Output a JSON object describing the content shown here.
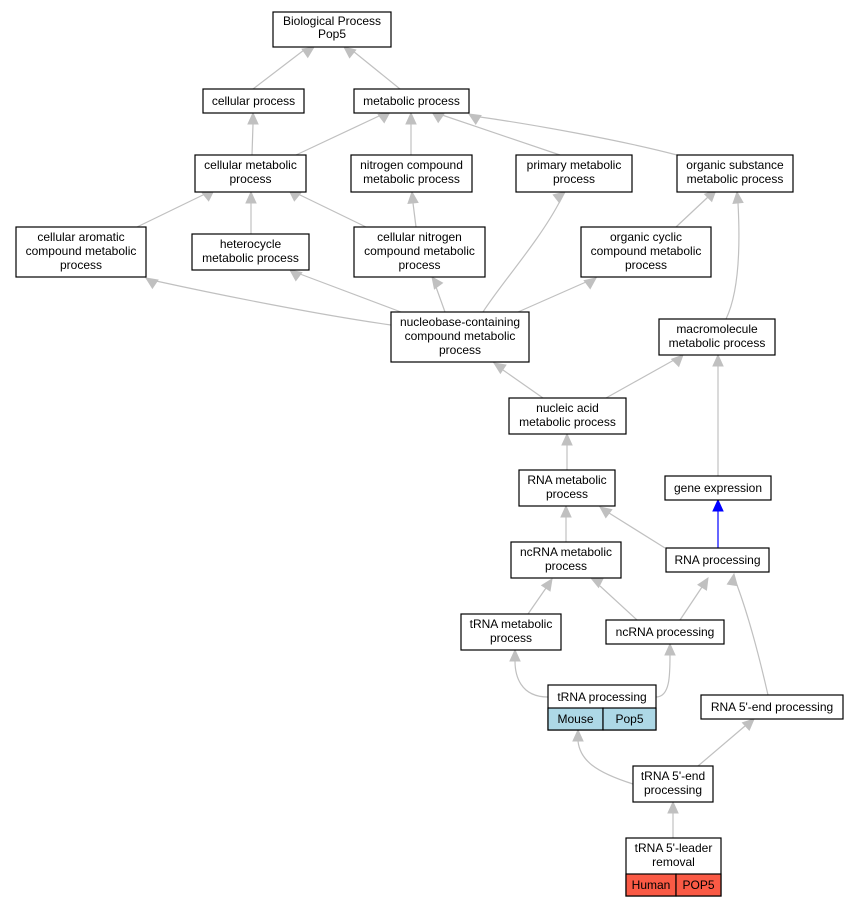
{
  "colors": {
    "edge": "#c0c0c0",
    "edge_highlight": "#0000ff",
    "mouse_annotation": "#add8e6",
    "human_annotation": "#fa5a45"
  },
  "nodes": {
    "biological_process": [
      "Biological Process",
      "Pop5"
    ],
    "cellular_process": [
      "cellular process"
    ],
    "metabolic_process": [
      "metabolic process"
    ],
    "cellular_metabolic": [
      "cellular metabolic",
      "process"
    ],
    "nitrogen_compound": [
      "nitrogen compound",
      "metabolic process"
    ],
    "primary_metabolic": [
      "primary metabolic",
      "process"
    ],
    "organic_substance": [
      "organic substance",
      "metabolic process"
    ],
    "cellular_aromatic": [
      "cellular aromatic",
      "compound metabolic",
      "process"
    ],
    "heterocycle": [
      "heterocycle",
      "metabolic process"
    ],
    "cellular_nitrogen": [
      "cellular nitrogen",
      "compound metabolic",
      "process"
    ],
    "organic_cyclic": [
      "organic cyclic",
      "compound metabolic",
      "process"
    ],
    "nucleobase": [
      "nucleobase-containing",
      "compound metabolic",
      "process"
    ],
    "macromolecule": [
      "macromolecule",
      "metabolic process"
    ],
    "nucleic_acid": [
      "nucleic acid",
      "metabolic process"
    ],
    "rna_metabolic": [
      "RNA metabolic",
      "process"
    ],
    "gene_expression": [
      "gene expression"
    ],
    "ncrna_metabolic": [
      "ncRNA metabolic",
      "process"
    ],
    "rna_processing": [
      "RNA processing"
    ],
    "trna_metabolic": [
      "tRNA metabolic",
      "process"
    ],
    "ncrna_processing": [
      "ncRNA processing"
    ],
    "trna_processing": [
      "tRNA processing"
    ],
    "rna_5end": [
      "RNA 5'-end processing"
    ],
    "trna_5end": [
      "tRNA 5'-end",
      "processing"
    ],
    "trna_leader": [
      "tRNA 5'-leader",
      "removal"
    ]
  },
  "annotations": {
    "trna_processing": {
      "organism": "Mouse",
      "gene": "Pop5"
    },
    "trna_leader": {
      "organism": "Human",
      "gene": "POP5"
    }
  }
}
